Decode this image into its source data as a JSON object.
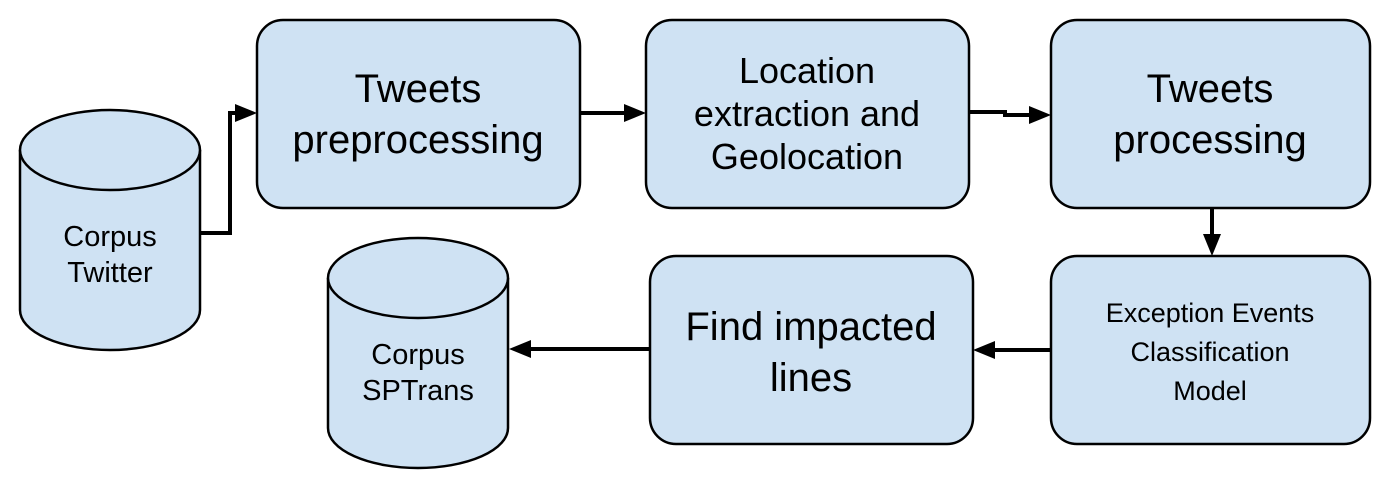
{
  "nodes": {
    "corpus_twitter": {
      "line1": "Corpus",
      "line2": "Twitter"
    },
    "tweets_preprocessing": {
      "line1": "Tweets",
      "line2": "preprocessing"
    },
    "location_extraction": {
      "line1": "Location",
      "line2": "extraction and",
      "line3": "Geolocation"
    },
    "tweets_processing": {
      "line1": "Tweets",
      "line2": "processing"
    },
    "exception_events": {
      "line1": "Exception Events",
      "line2": "Classification",
      "line3": "Model"
    },
    "find_impacted_lines": {
      "line1": "Find impacted",
      "line2": "lines"
    },
    "corpus_sptrans": {
      "line1": "Corpus",
      "line2": "SPTrans"
    }
  },
  "colors": {
    "node_fill": "#cfe2f3",
    "stroke": "#000000"
  }
}
